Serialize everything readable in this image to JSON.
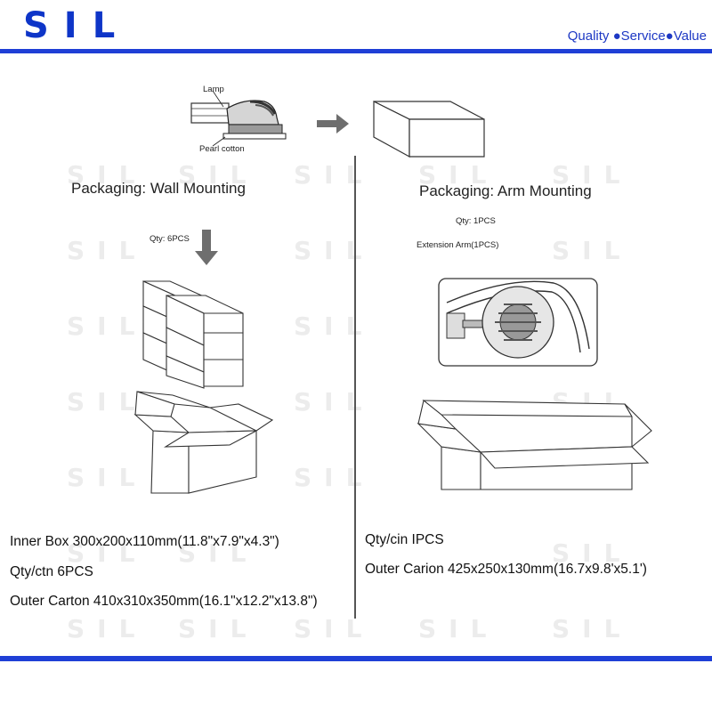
{
  "header": {
    "logo": "SIL",
    "tagline": "Quality ●Service●Value",
    "brand_color": "#1f3fd6"
  },
  "watermark": "SIL",
  "top_diagram": {
    "lamp_label": "Lamp",
    "cotton_label": "Pearl cotton"
  },
  "left": {
    "heading": "Packaging: Wall Mounting",
    "qty_label": "Qty: 6PCS",
    "specs": [
      "Inner Box 300x200x110mm(11.8\"x7.9\"x4.3\")",
      "Qty/ctn 6PCS",
      "Outer Carton 410x310x350mm(16.1\"x12.2\"x13.8\")"
    ]
  },
  "right": {
    "heading": "Packaging: Arm Mounting",
    "qty_label": "Qty: 1PCS",
    "arm_label": "Extension Arm(1PCS)",
    "specs": [
      "Qty/cin IPCS",
      "Outer Carion 425x250x130mm(16.7x9.8'x5.1')"
    ]
  }
}
